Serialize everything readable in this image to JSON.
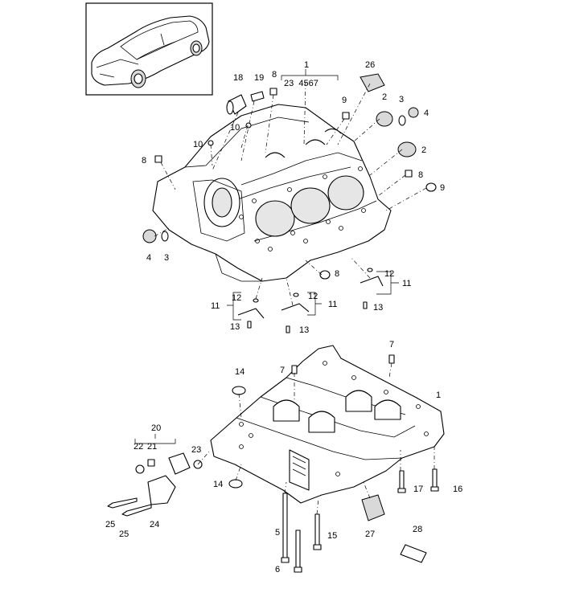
{
  "callouts": {
    "c1_top": "1",
    "c1_group": "23  4567",
    "c26": "26",
    "c18": "18",
    "c19": "19",
    "c8_a": "8",
    "c9_a": "9",
    "c2_a": "2",
    "c3_a": "3",
    "c4_a": "4",
    "c10_a": "10",
    "c10_b": "10",
    "c8_b": "8",
    "c2_b": "2",
    "c8_c": "8",
    "c9_b": "9",
    "c4_b": "4",
    "c3_b": "3",
    "c8_d": "8",
    "c12_a": "12",
    "c11_a": "11",
    "c13_a": "13",
    "c11_b": "11",
    "c12_b": "12",
    "c13_b": "13",
    "c12_c": "12",
    "c11_c": "11",
    "c13_c": "13",
    "c7_a": "7",
    "c7_b": "7",
    "c14_a": "14",
    "c1_bottom": "1",
    "c20": "20",
    "c22": "22",
    "c21": "21",
    "c23": "23",
    "c14_b": "14",
    "c17": "17",
    "c16": "16",
    "c25_a": "25",
    "c25_b": "25",
    "c24": "24",
    "c5": "5",
    "c15": "15",
    "c27": "27",
    "c28": "28",
    "c6": "6"
  }
}
